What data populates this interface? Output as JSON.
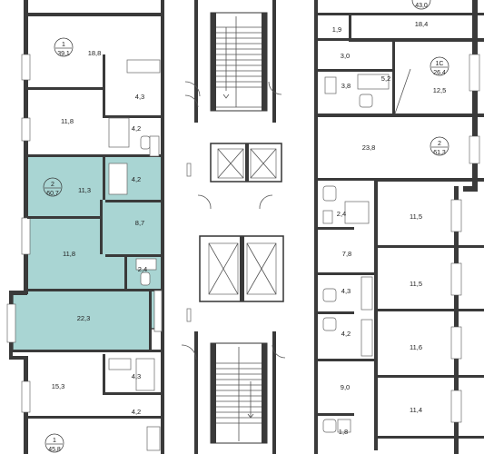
{
  "colors": {
    "highlight_fill": "#a9d5d3",
    "wall": "#3a3a3a",
    "background": "#ffffff"
  },
  "rooms": [
    {
      "name": "room-18-8",
      "area": "18,8"
    },
    {
      "name": "room-4-3-top-left",
      "area": "4,3"
    },
    {
      "name": "room-11-8-top-left",
      "area": "11,8"
    },
    {
      "name": "room-4-2-top-left",
      "area": "4,2"
    },
    {
      "name": "room-11-3-highlight",
      "area": "11,3"
    },
    {
      "name": "room-4-2-highlight",
      "area": "4,2"
    },
    {
      "name": "room-8-7-highlight",
      "area": "8,7"
    },
    {
      "name": "room-11-8-highlight",
      "area": "11,8"
    },
    {
      "name": "room-2-4-highlight",
      "area": "2,4"
    },
    {
      "name": "room-22-3-highlight",
      "area": "22,3"
    },
    {
      "name": "room-15-3",
      "area": "15,3"
    },
    {
      "name": "room-4-3-bottom-left",
      "area": "4,3"
    },
    {
      "name": "room-4-2-bottom-left",
      "area": "4,2"
    },
    {
      "name": "room-18-4",
      "area": "18,4"
    },
    {
      "name": "room-1-9",
      "area": "1,9"
    },
    {
      "name": "room-3-0",
      "area": "3,0"
    },
    {
      "name": "room-3-8",
      "area": "3,8"
    },
    {
      "name": "room-5-2",
      "area": "5,2"
    },
    {
      "name": "room-12-5",
      "area": "12,5"
    },
    {
      "name": "room-23-8",
      "area": "23,8"
    },
    {
      "name": "room-11-5-a",
      "area": "11,5"
    },
    {
      "name": "room-2-4-right",
      "area": "2,4"
    },
    {
      "name": "room-7-8",
      "area": "7,8"
    },
    {
      "name": "room-11-5-b",
      "area": "11,5"
    },
    {
      "name": "room-4-3-right",
      "area": "4,3"
    },
    {
      "name": "room-11-6",
      "area": "11,6"
    },
    {
      "name": "room-4-2-right",
      "area": "4,2"
    },
    {
      "name": "room-9-0",
      "area": "9,0"
    },
    {
      "name": "room-11-4",
      "area": "11,4"
    },
    {
      "name": "room-1-8",
      "area": "1,8"
    }
  ],
  "apartments": [
    {
      "name": "apt-1-39-1",
      "rooms": "1",
      "area": "39,1"
    },
    {
      "name": "apt-2-60-7",
      "rooms": "2",
      "area": "60,7"
    },
    {
      "name": "apt-1-45-8",
      "rooms": "1",
      "area": "45,8"
    },
    {
      "name": "apt-top-right",
      "area": "43,0"
    },
    {
      "name": "apt-1c-26-4",
      "rooms": "1С",
      "area": "26,4"
    },
    {
      "name": "apt-2-61-3",
      "rooms": "2",
      "area": "61,3"
    }
  ]
}
